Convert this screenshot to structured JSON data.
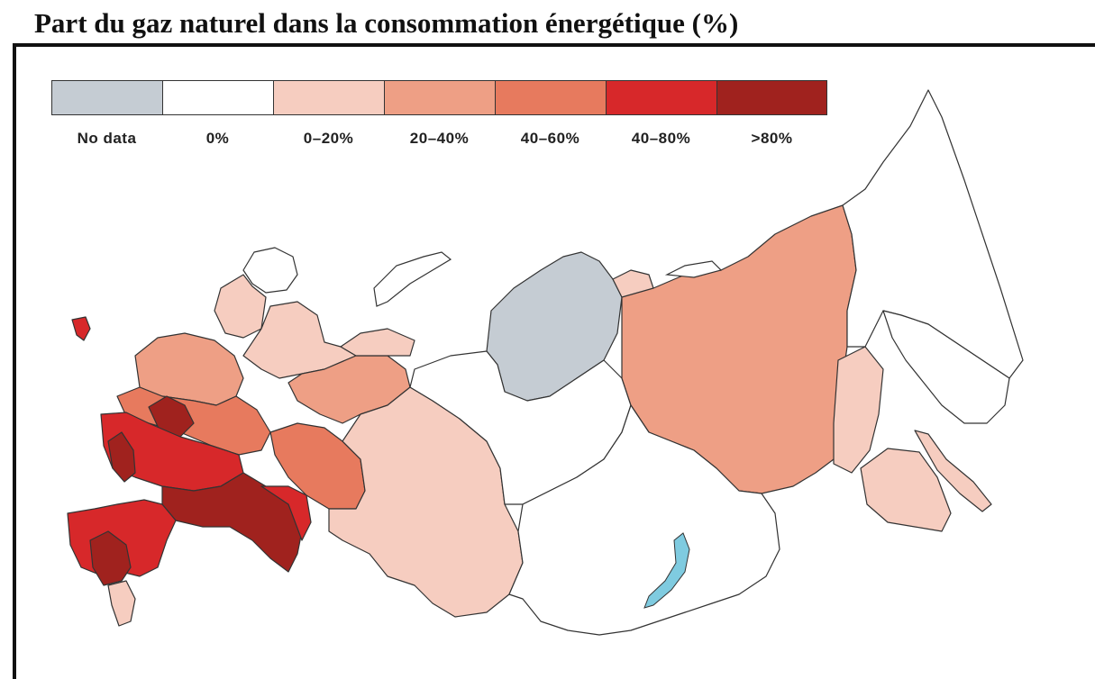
{
  "title": "Part du gaz naturel dans la consommation énergétique (%)",
  "legend": [
    {
      "label": "No data",
      "color": "#c5ccd3"
    },
    {
      "label": "0%",
      "color": "#ffffff"
    },
    {
      "label": "0–20%",
      "color": "#f6cdc0"
    },
    {
      "label": "20–40%",
      "color": "#ee9f85"
    },
    {
      "label": "40–60%",
      "color": "#e77a5e"
    },
    {
      "label": "40–80%",
      "color": "#d7282a"
    },
    {
      "label": ">80%",
      "color": "#a0221e"
    }
  ],
  "colors": {
    "lake": "#7fcbe0",
    "outline": "#333333"
  }
}
